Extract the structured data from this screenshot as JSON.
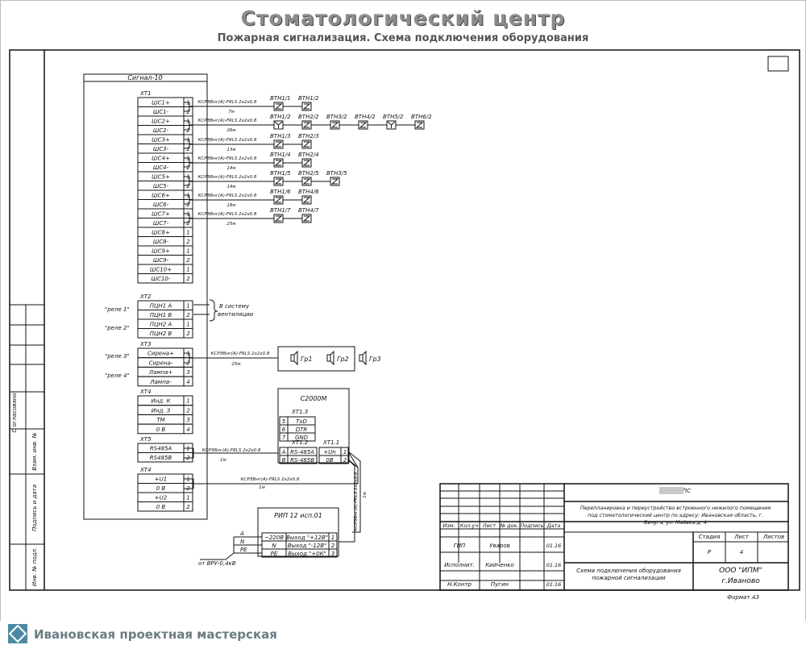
{
  "header": {
    "title": "Стоматологический центр",
    "subtitle": "Пожарная сигнализация. Схема подключения оборудования"
  },
  "device": {
    "name": "Сигнал-10",
    "xt1": "ХТ1",
    "xt2": "ХТ2",
    "xt3": "ХТ3",
    "xt4a": "ХТ4",
    "xt5": "ХТ5",
    "xt4b": "ХТ4"
  },
  "xt1_rows": [
    [
      "ШС1+",
      "1"
    ],
    [
      "ШС1-",
      "2"
    ],
    [
      "ШС2+",
      "1"
    ],
    [
      "ШС2-",
      "2"
    ],
    [
      "ШС3+",
      "1"
    ],
    [
      "ШС3-",
      "2"
    ],
    [
      "ШС4+",
      "1"
    ],
    [
      "ШС4-",
      "2"
    ],
    [
      "ШС5+",
      "1"
    ],
    [
      "ШС5-",
      "2"
    ],
    [
      "ШС6+",
      "1"
    ],
    [
      "ШС6-",
      "2"
    ],
    [
      "ШС7+",
      "1"
    ],
    [
      "ШС7-",
      "2"
    ],
    [
      "ШС8+",
      "1"
    ],
    [
      "ШС8-",
      "2"
    ],
    [
      "ШС9+",
      "1"
    ],
    [
      "ШС9-",
      "2"
    ],
    [
      "ШС10+",
      "1"
    ],
    [
      "ШС10-",
      "2"
    ]
  ],
  "xt2_rows": [
    [
      "ПЦН1 А",
      "1"
    ],
    [
      "ПЦН1 В",
      "2"
    ],
    [
      "ПЦН2 А",
      "1"
    ],
    [
      "ПЦН2 В",
      "2"
    ]
  ],
  "xt3_rows": [
    [
      "Сирена+",
      "1"
    ],
    [
      "Сирена-",
      "2"
    ],
    [
      "Лампа+",
      "3"
    ],
    [
      "Лампа-",
      "4"
    ]
  ],
  "xt4a_rows": [
    [
      "Инд. К",
      "1"
    ],
    [
      "Инд. З",
      "2"
    ],
    [
      "ТМ",
      "3"
    ],
    [
      "0 В",
      "4"
    ]
  ],
  "xt5_rows": [
    [
      "RS485A",
      "1"
    ],
    [
      "RS485B",
      "2"
    ]
  ],
  "xt4b_rows": [
    [
      "+U1",
      "1"
    ],
    [
      "0 В",
      "2"
    ],
    [
      "+U2",
      "1"
    ],
    [
      "0 В",
      "2"
    ]
  ],
  "relays": [
    "\"реле 1\"",
    "\"реле 2\"",
    "\"реле 3\"",
    "\"реле 4\""
  ],
  "ventilation": [
    "В систему",
    "вентиляции"
  ],
  "loops": [
    {
      "cable": "КСРЭВнг(А)-FRLS 2х2х0.8",
      "len": "7м",
      "detectors": [
        "ВТН1/1",
        "ВТН1/2"
      ]
    },
    {
      "cable": "КСРЭВнг(А)-FRLS 2х2х0.8",
      "len": "26м",
      "detectors": [
        "ВТН1/2",
        "ВТН2/2",
        "ВТН3/2",
        "ВТН4/2",
        "ВТН5/2",
        "ВТН6/2"
      ]
    },
    {
      "cable": "КСРЭВнг(А)-FRLS 2х2х0.8",
      "len": "13м",
      "detectors": [
        "ВТН1/3",
        "ВТН2/3"
      ]
    },
    {
      "cable": "КСРЭВнг(А)-FRLS 2х2х0.8",
      "len": "14м",
      "detectors": [
        "ВТН1/4",
        "ВТН2/4"
      ]
    },
    {
      "cable": "КСРЭВнг(А)-FRLS 2х2х0.8",
      "len": "14м",
      "detectors": [
        "ВТН1/5",
        "ВТН2/5",
        "ВТН3/5"
      ]
    },
    {
      "cable": "КСРЭВнг(А)-FRLS 2х2х0.8",
      "len": "18м",
      "detectors": [
        "ВТН1/6",
        "ВТН4/6"
      ]
    },
    {
      "cable": "КСРЭВнг(А)-FRLS 2х2х0.8",
      "len": "25м",
      "detectors": [
        "ВТН1/7",
        "ВТН4/7"
      ]
    }
  ],
  "sirens": {
    "cable": "КСРЭВнг(А)-FRLS 2х2х0.8",
    "len": "25м",
    "labels": [
      "Гр1",
      "Гр2",
      "Гр3"
    ]
  },
  "rs485_cable": {
    "cable": "КСРЭВнг(А)-FRLS 2х2х0.8",
    "len": "1м"
  },
  "power_cable": {
    "cable": "КСРЭВнг(А)-FRLS 2х2х0.8",
    "len": "1м"
  },
  "vert_cable": {
    "cable": "КСРЭВнг(А)-FRLS 2х2х0.8",
    "len": "1м"
  },
  "c2000m": {
    "name": "С2000М",
    "xt13": "ХТ1.3",
    "xt12": "ХТ1.2",
    "xt11": "ХТ1.1",
    "xt13_rows": [
      [
        "5",
        "TxD"
      ],
      [
        "6",
        "DTR"
      ],
      [
        "7",
        "GND"
      ]
    ],
    "xt12_rows": [
      [
        "A",
        "RS-485A"
      ],
      [
        "B",
        "RS-485B"
      ]
    ],
    "xt11_rows": [
      [
        "+Un",
        "1"
      ],
      [
        "0В",
        "2"
      ]
    ]
  },
  "rip": {
    "name": "РИП 12 исп.01",
    "inputs": [
      "~220В",
      "N",
      "PE"
    ],
    "outputs": [
      [
        "Выход \"+12В\"",
        "1"
      ],
      [
        "Выход \"-12В\"",
        "2"
      ],
      [
        "Выход \"+0К\"",
        "3"
      ]
    ],
    "feed": [
      "А",
      "N",
      "PE"
    ],
    "source": "от ВРУ-0,4кВ"
  },
  "stamp": {
    "code": "ПС",
    "project": [
      "Перепланировка и переустройство встроенного нежилого помещения",
      "под стоматологический центр по адресу: Ивановская область, г.",
      "Вичуга, ул. Маёвка д. 4"
    ],
    "cols": [
      "Изм.",
      "Кол.уч",
      "Лист",
      "№ док.",
      "Подпись",
      "Дата"
    ],
    "stage_h": [
      "Стадия",
      "Лист",
      "Листов"
    ],
    "stage_v": [
      "Р",
      "4",
      ""
    ],
    "people": [
      [
        "ГИП",
        "Уваров",
        "01.16"
      ],
      [
        "Исполнит.",
        "Кийченко",
        "01.16"
      ],
      [
        "Н.Контр",
        "Пугин",
        "01.16"
      ]
    ],
    "sheet_title": [
      "Схема подключения оборудования",
      "пожарной сигнализации"
    ],
    "company": [
      "ООО \"ИПМ\"",
      "г.Иваново"
    ],
    "format": "Формат А3"
  },
  "side_labels": [
    "С огласовано",
    "Взам. инв. №",
    "Подпись и дата",
    "Инв. № подл."
  ],
  "footer": {
    "brand": "Ивановская проектная мастерская"
  }
}
